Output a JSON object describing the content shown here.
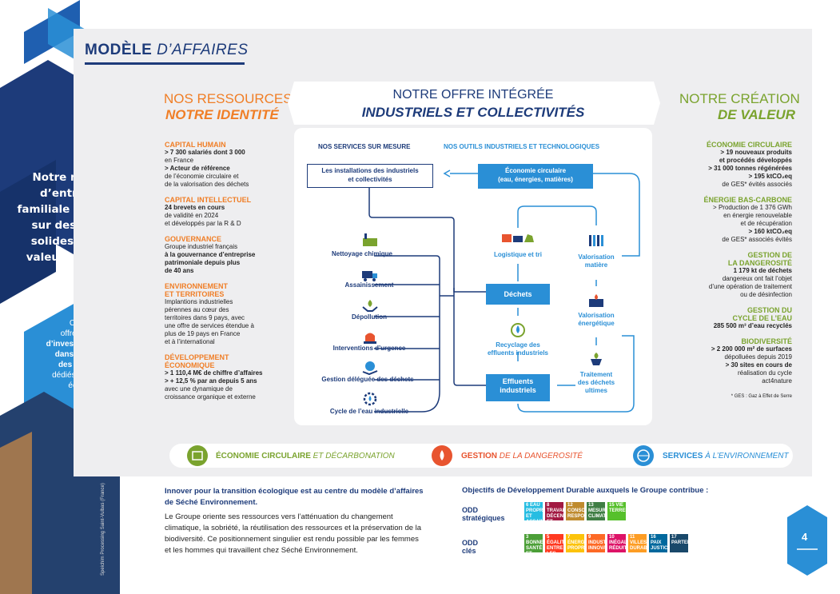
{
  "header": {
    "title_bold": "MODÈLE",
    "title_italic": "D’AFFAIRES"
  },
  "left_panel": {
    "quote": [
      "Notre modèle",
      "d’entreprise",
      "familiale repose",
      "sur des bases",
      "solides et des",
      "valeurs fortes."
    ],
    "hex_text": [
      "Ce modèle",
      "offre la capacité",
      "d’investir à long terme",
      "dans des outils et",
      "des innovations",
      "dédiés à la transition",
      "écologique."
    ],
    "photo_credit": "Speichim Processing Saint-Vulbas (France)"
  },
  "ressources": {
    "h1": "NOS RESSOURCES",
    "h2": "NOTRE IDENTITÉ",
    "blocks": [
      {
        "title": "CAPITAL HUMAIN",
        "lines": [
          "> 7 300 salariés dont 3 000",
          "en France",
          "> Acteur de référence",
          "de l’économie circulaire et",
          "de la valorisation des déchets"
        ]
      },
      {
        "title": "CAPITAL INTELLECTUEL",
        "lines": [
          "24 brevets en cours",
          "de validité en 2024",
          "et développés par la R & D"
        ]
      },
      {
        "title": "GOUVERNANCE",
        "lines": [
          "Groupe industriel français",
          "à la gouvernance d’entreprise",
          "patrimoniale depuis plus",
          "de 40 ans"
        ]
      },
      {
        "title": "ENVIRONNEMENT",
        "title2": "ET TERRITOIRES",
        "lines": [
          "Implantions industrielles",
          "pérennes au cœur des",
          "territoires dans 9 pays, avec",
          "une offre de services étendue à",
          "plus de 19 pays en France",
          "et à l’international"
        ]
      },
      {
        "title": "DÉVELOPPEMENT",
        "title2": "ÉCONOMIQUE",
        "lines": [
          "> 1 110,4 M€ de chiffre d’affaires",
          "> + 12,5 % par an depuis 5 ans",
          "avec une dynamique de",
          "croissance organique et externe"
        ]
      }
    ]
  },
  "offre": {
    "h1": "NOTRE OFFRE INTÉGRÉE",
    "h2": "INDUSTRIELS ET COLLECTIVITÉS",
    "services_head": "NOS SERVICES SUR MESURE",
    "tools_head": "NOS OUTILS INDUSTRIELS ET TECHNOLOGIQUES",
    "installations": [
      "Les installations des industriels",
      "et collectivités"
    ],
    "economie": [
      "Économie circulaire",
      "(eau, énergies, matières)"
    ],
    "services": [
      "Nettoyage chimique",
      "Assainissement",
      "Dépollution",
      "Interventions d’urgence",
      "Gestion déléguée des déchets",
      "Cycle de l’eau industrielle"
    ],
    "dechets": "Déchets",
    "effluents": [
      "Effluents",
      "industriels"
    ],
    "logistique": "Logistique et tri",
    "recyclage": [
      "Recyclage des",
      "effluents industriels"
    ],
    "val_matiere": [
      "Valorisation",
      "matière"
    ],
    "val_energie": [
      "Valorisation",
      "énergétique"
    ],
    "traitement": [
      "Traitement",
      "des déchets",
      "ultimes"
    ]
  },
  "valeur": {
    "h1": "NOTRE CRÉATION",
    "h2": "DE VALEUR",
    "blocks": [
      {
        "title": "ÉCONOMIE CIRCULAIRE",
        "lines": [
          "> 19 nouveaux produits",
          "et procédés développés",
          "> 31 000 tonnes régénérées",
          "> 195 ktCO₂eq",
          "de GES* évités associés"
        ]
      },
      {
        "title": "ÉNERGIE BAS-CARBONE",
        "lines": [
          "> Production de 1 376 GWh",
          "en énergie renouvelable",
          "et de récupération",
          "> 160 ktCO₂eq",
          "de GES* associés évités"
        ]
      },
      {
        "title": "GESTION DE",
        "title2": "LA DANGEROSITÉ",
        "lines": [
          "1 179 kt de déchets",
          "dangereux ont fait l’objet",
          "d’une opération de traitement",
          "ou de désinfection"
        ]
      },
      {
        "title": "GESTION DU",
        "title2": "CYCLE DE L’EAU",
        "lines": [
          "285 500 m³ d’eau recyclés"
        ]
      },
      {
        "title": "BIODIVERSITÉ",
        "lines": [
          "> 2 200 000 m² de surfaces",
          "dépolluées depuis 2019",
          "> 30 sites en cours de",
          "réalisation du cycle",
          "act4nature"
        ]
      }
    ],
    "ges_note": "* GES : Gaz à Effet de Serre"
  },
  "pillars": [
    {
      "bold": "ÉCONOMIE CIRCULAIRE",
      "rest": " ET DÉCARBONATION",
      "color": "#7aa32e"
    },
    {
      "bold": "GESTION",
      "rest": " DE LA DANGEROSITÉ",
      "color": "#e8542f"
    },
    {
      "bold": "SERVICES",
      "rest": " À L’ENVIRONNEMENT",
      "color": "#2a8fd6"
    }
  ],
  "bottom": {
    "intro": [
      "Innover pour la transition écologique est au centre du modèle d’affaires",
      "de Séché Environnement."
    ],
    "para": [
      "Le Groupe oriente ses ressources vers l’atténuation du changement",
      "climatique, la sobriété, la réutilisation des ressources et la préservation de la",
      "biodiversité. Ce positionnement singulier est rendu possible par les femmes",
      "et les hommes qui travaillent chez Séché Environnement."
    ],
    "odd_title": "Objectifs de Développement Durable auxquels le Groupe contribue :",
    "odd_strat": [
      "ODD",
      "stratégiques"
    ],
    "odd_cles": [
      "ODD",
      "clés"
    ],
    "sdg_strat": [
      {
        "n": "6",
        "label": "EAU PROPRE ET ASSAINISSEMENT",
        "color": "#26bde2"
      },
      {
        "n": "8",
        "label": "TRAVAIL DÉCENT ET CROISSANCE",
        "color": "#a21942"
      },
      {
        "n": "12",
        "label": "CONSOMMATION RESPONSABLES",
        "color": "#bf8b2e"
      },
      {
        "n": "13",
        "label": "MESURES CLIMATIQUES",
        "color": "#3f7e44"
      },
      {
        "n": "15",
        "label": "VIE TERRESTRE",
        "color": "#56c02b"
      }
    ],
    "sdg_cles": [
      {
        "n": "3",
        "label": "BONNE SANTÉ ET BIEN-ÊTRE",
        "color": "#4c9f38"
      },
      {
        "n": "5",
        "label": "ÉGALITÉ ENTRE LES SEXES",
        "color": "#ff3a21"
      },
      {
        "n": "7",
        "label": "ÉNERGIE PROPRE",
        "color": "#fcc30b"
      },
      {
        "n": "9",
        "label": "INDUSTRIE INNOVATION",
        "color": "#fd6925"
      },
      {
        "n": "10",
        "label": "INÉGALITÉS RÉDUITES",
        "color": "#dd1367"
      },
      {
        "n": "11",
        "label": "VILLES DURABLES",
        "color": "#fd9d24"
      },
      {
        "n": "16",
        "label": "PAIX JUSTICE",
        "color": "#00689d"
      },
      {
        "n": "17",
        "label": "PARTENARIATS",
        "color": "#19486a"
      }
    ]
  },
  "page_number": "4"
}
